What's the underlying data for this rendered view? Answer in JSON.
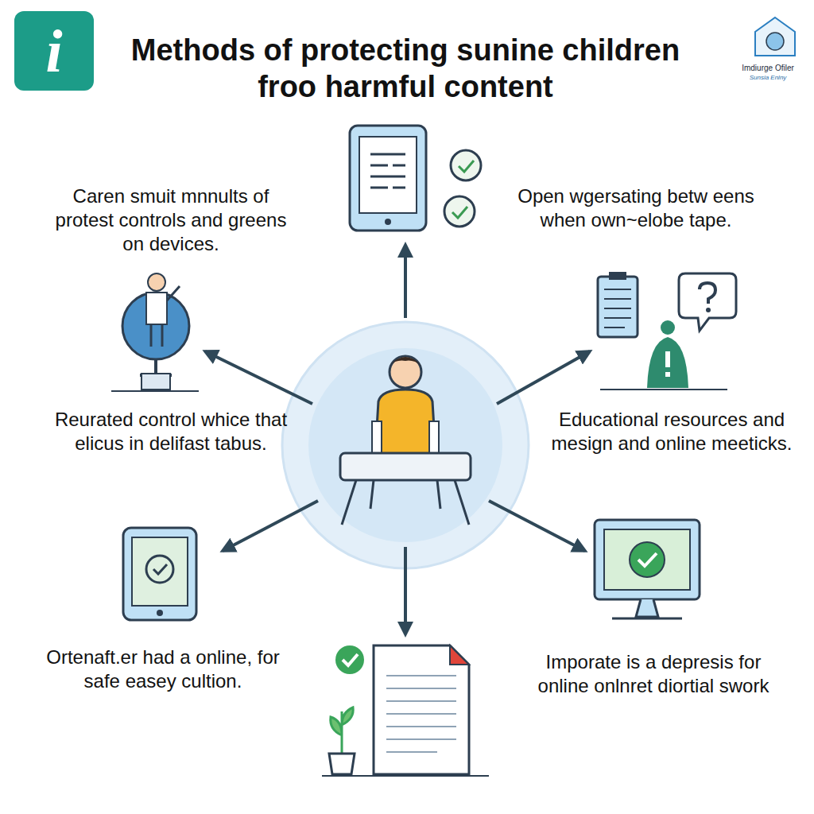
{
  "diagram": {
    "title": "Methods of protecting sunine children froo harmful content",
    "labels": [
      "i",
      "Imdiurge Ofiler",
      "Sunsia Enlny",
      "Caren smuit mnnults of protest controls and greens on devices.",
      "Open wgersating betw eens when own~elobe tape.",
      "Reurated control whice that elicus in delifast tabus.",
      "Educational resources and mesign and online meeticks.",
      "Ortenaft.er had a online, for safe easey cultion.",
      "Imporate is a depresis for online onlnret diortial swork"
    ]
  }
}
